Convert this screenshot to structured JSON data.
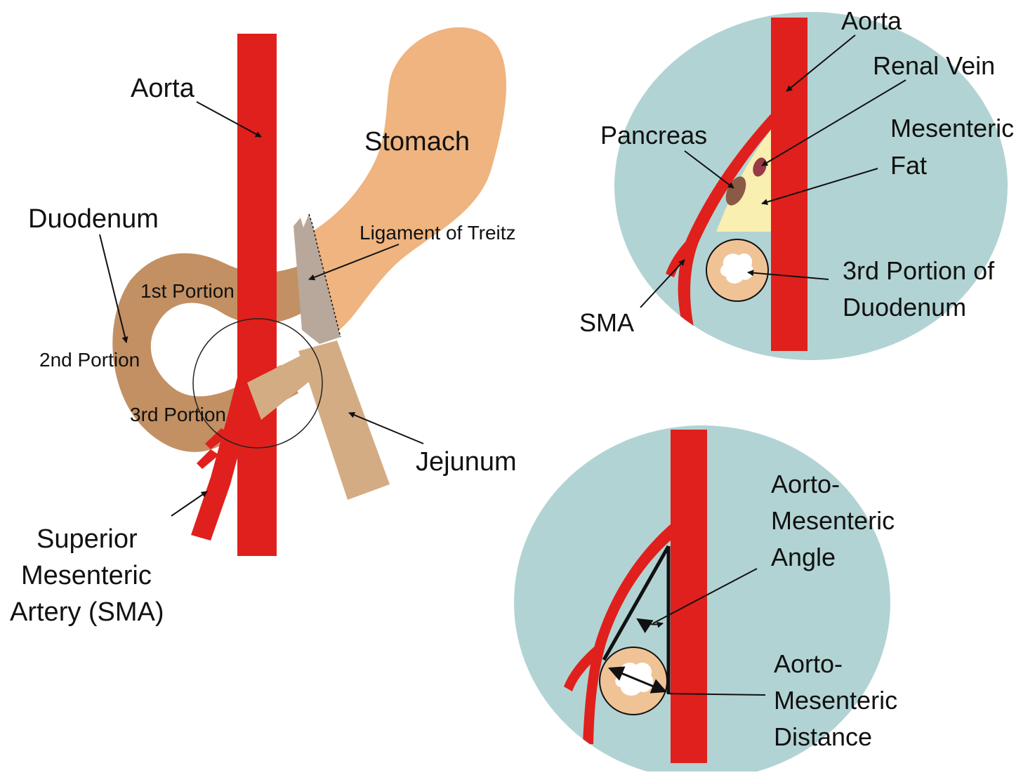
{
  "colors": {
    "artery": "#e0201c",
    "bowel": "#c39063",
    "bowel_light": "#d4ac84",
    "stomach": "#efb47f",
    "ligament": "#b7a89b",
    "crosssection_bg": "#b2d3d3",
    "fat": "#f9efb1",
    "pancreas": "#8a5a45",
    "renal_vein": "#9a3a46",
    "duodenum_ring": "#f0c396",
    "line": "#111111"
  },
  "icons": {
    "annotation_arrow": "arrow-icon"
  },
  "main_diagram": {
    "labels": {
      "aorta": "Aorta",
      "stomach": "Stomach",
      "duodenum": "Duodenum",
      "ligament_of_treitz": "Ligament of Treitz",
      "first_portion": "1st Portion",
      "second_portion": "2nd Portion",
      "third_portion": "3rd Portion",
      "jejunum": "Jejunum",
      "sma_line1": "Superior",
      "sma_line2": "Mesenteric",
      "sma_line3": "Artery (SMA)"
    }
  },
  "cross_section": {
    "labels": {
      "aorta": "Aorta",
      "renal_vein": "Renal Vein",
      "mesenteric_fat_line1": "Mesenteric",
      "mesenteric_fat_line2": "Fat",
      "pancreas": "Pancreas",
      "third_portion_line1": "3rd Portion of",
      "third_portion_line2": "Duodenum",
      "sma": "SMA"
    }
  },
  "measurement_view": {
    "labels": {
      "angle_line1": "Aorto-",
      "angle_line2": "Mesenteric",
      "angle_line3": "Angle",
      "distance_line1": "Aorto-",
      "distance_line2": "Mesenteric",
      "distance_line3": "Distance"
    }
  }
}
